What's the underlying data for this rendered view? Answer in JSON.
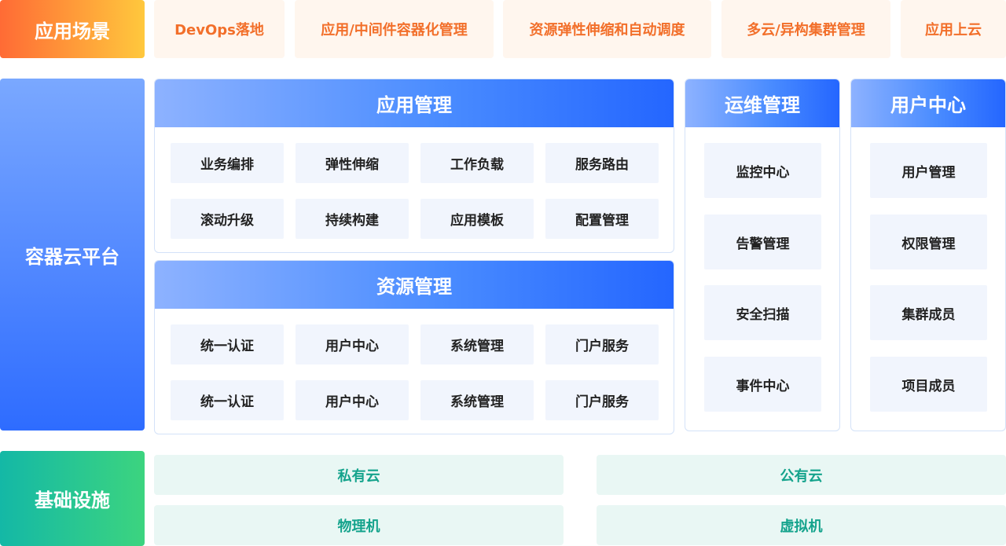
{
  "rows": {
    "scene_label": "应用场景",
    "platform_label": "容器云平台",
    "infra_label": "基础设施"
  },
  "scenarios": [
    "DevOps落地",
    "应用/中间件容器化管理",
    "资源弹性伸缩和自动调度",
    "多云/异构集群管理",
    "应用上云"
  ],
  "app_management": {
    "title": "应用管理",
    "items": [
      "业务编排",
      "弹性伸缩",
      "工作负载",
      "服务路由",
      "滚动升级",
      "持续构建",
      "应用模板",
      "配置管理"
    ]
  },
  "resource_management": {
    "title": "资源管理",
    "items": [
      "统一认证",
      "用户中心",
      "系统管理",
      "门户服务",
      "统一认证",
      "用户中心",
      "系统管理",
      "门户服务"
    ]
  },
  "ops_management": {
    "title": "运维管理",
    "items": [
      "监控中心",
      "告警管理",
      "安全扫描",
      "事件中心"
    ]
  },
  "user_center": {
    "title": "用户中心",
    "items": [
      "用户管理",
      "权限管理",
      "集群成员",
      "项目成员"
    ]
  },
  "infrastructure": [
    "私有云",
    "公有云",
    "物理机",
    "虚拟机"
  ],
  "colors": {
    "scene_accent": "#f26f2a",
    "platform_accent": "#2e6cff",
    "infra_accent": "#14a38c"
  }
}
